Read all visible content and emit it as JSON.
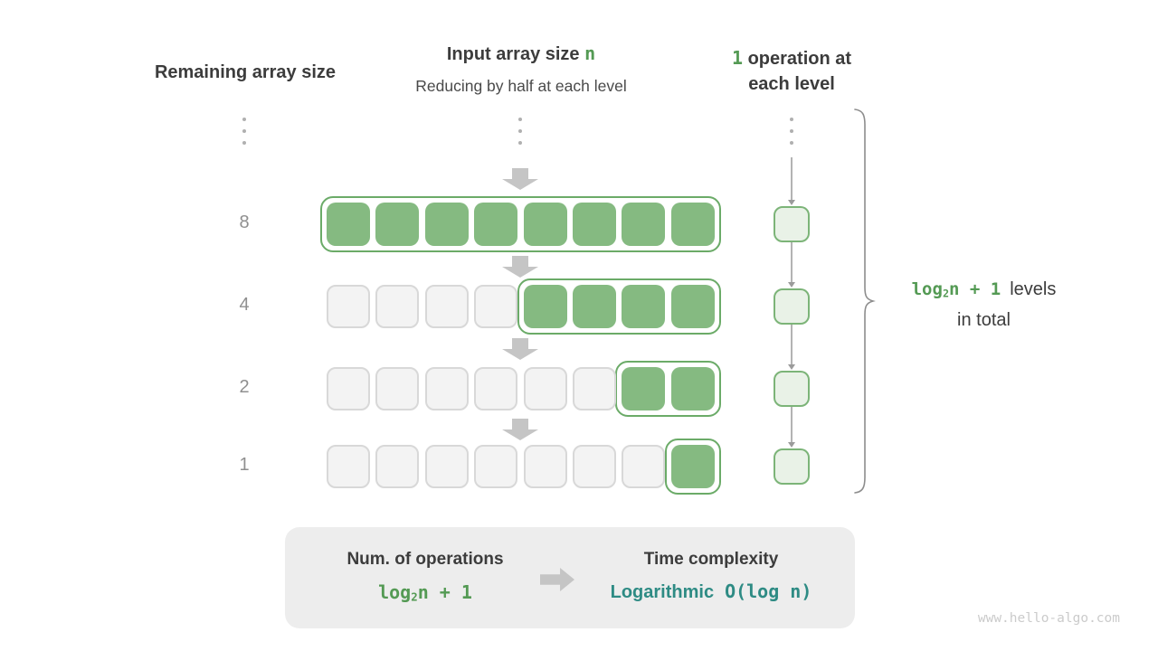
{
  "watermark": "www.hello-algo.com",
  "colors": {
    "green": "#549a54",
    "teal": "#2e8b84",
    "cellgreen": "#85ba81",
    "cborder": "#6bab68",
    "opfill": "#e9f2e7",
    "opborder": "#7cb478",
    "grayfill": "#f3f3f3",
    "grayborder": "#d8d8d8",
    "boxbg": "#ededed",
    "dark": "#3c3c3c",
    "subtitle": "#4a4a4a",
    "label": "#8f8f8f",
    "arrow": "#c5c5c5",
    "dot": "#b0b0b0",
    "line": "#b3b3b3",
    "brace": "#8d8d8d",
    "wm": "#cbcbcb"
  },
  "headers": {
    "left": "Remaining array size",
    "middle_title_prefix": "Input array size ",
    "middle_title_var": "n",
    "middle_subtitle": "Reducing by half at each level",
    "right_num": "1",
    "right_line1": " operation at",
    "right_line2": "each level"
  },
  "levels": [
    {
      "remaining": "8",
      "cells": 8,
      "highlighted": 8,
      "operations": 1
    },
    {
      "remaining": "4",
      "cells": 8,
      "highlighted": 4,
      "operations": 1
    },
    {
      "remaining": "2",
      "cells": 8,
      "highlighted": 2,
      "operations": 1
    },
    {
      "remaining": "1",
      "cells": 8,
      "highlighted": 1,
      "operations": 1
    }
  ],
  "brace": {
    "formula_base": "log",
    "formula_sub": "2",
    "formula_rest": "n + 1",
    "levels_text": "levels",
    "line2": "in total"
  },
  "summary": {
    "left_title": "Num. of operations",
    "formula_base": "log",
    "formula_sub": "2",
    "formula_rest": "n + 1",
    "right_title": "Time complexity",
    "complexity_name": "Logarithmic",
    "complexity_code": "O(log n)"
  }
}
